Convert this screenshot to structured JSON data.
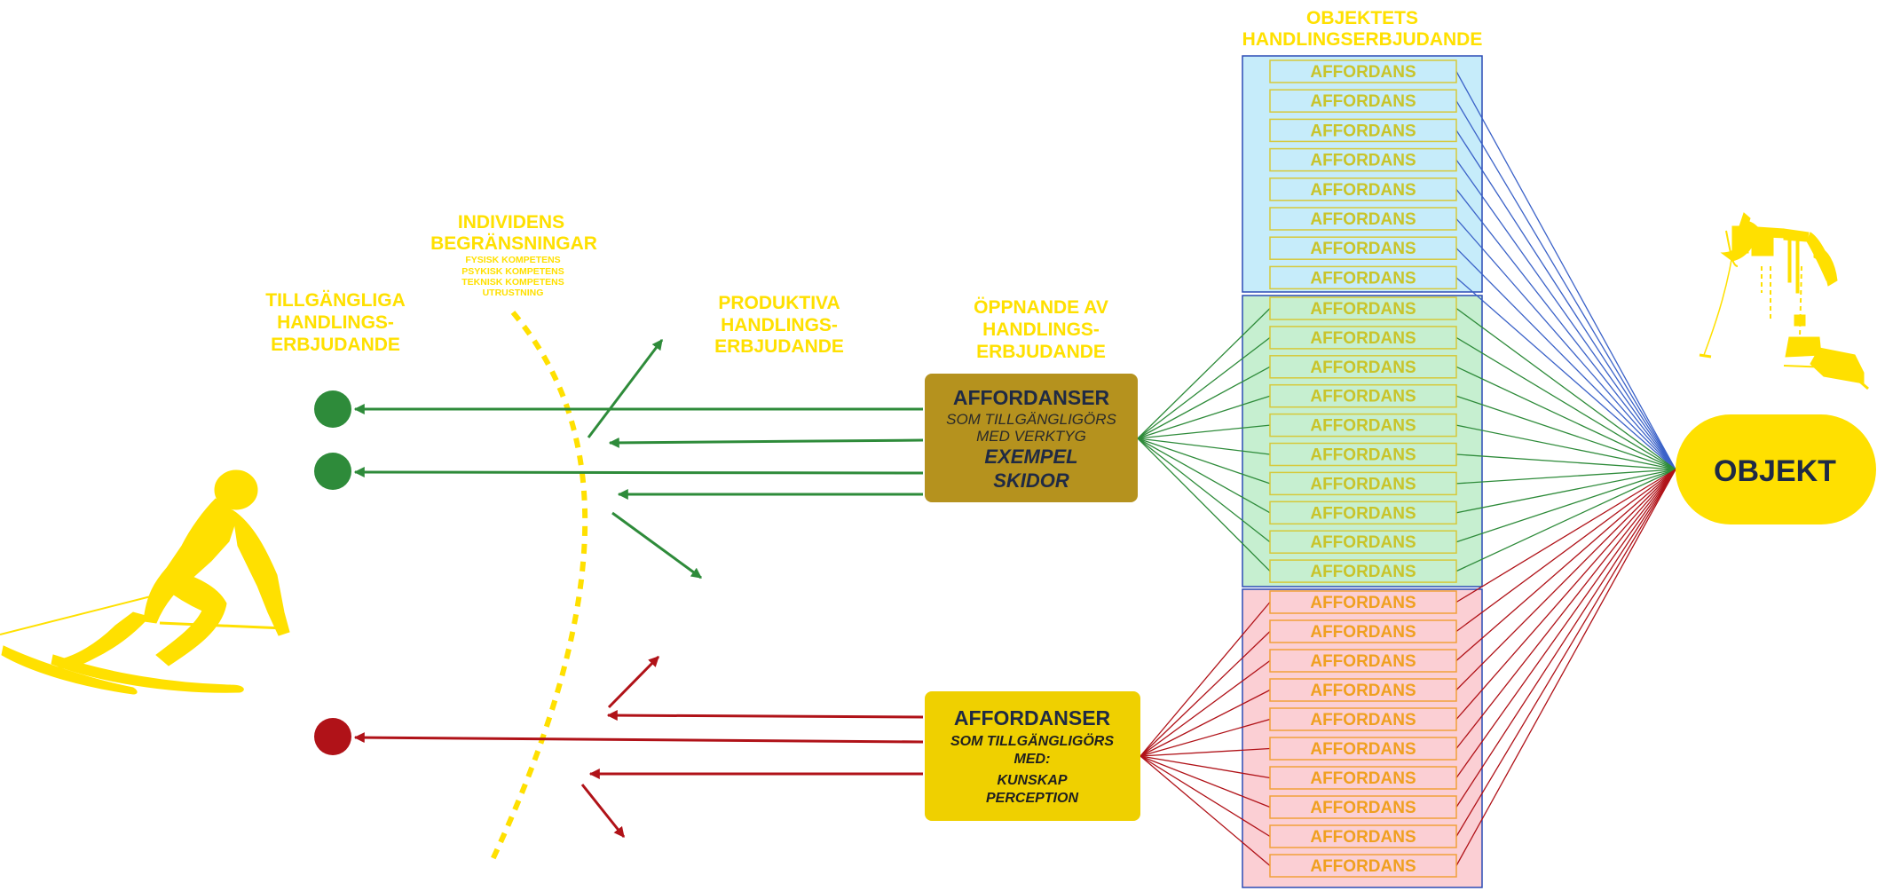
{
  "labels": {
    "objektets_1": "OBJEKTETS",
    "objektets_2": "HANDLINGSERBJUDANDE",
    "individens_1": "INDIVIDENS",
    "individens_2": "BEGRÄNSNINGAR",
    "limit_1": "FYSISK KOMPETENS",
    "limit_2": "PSYKISK KOMPETENS",
    "limit_3": "TEKNISK KOMPETENS",
    "limit_4": "UTRUSTNING",
    "tillg_1": "TILLGÄNGLIGA",
    "tillg_2": "HANDLINGS-",
    "tillg_3": "ERBJUDANDE",
    "prod_1": "PRODUKTIVA",
    "prod_2": "HANDLINGS-",
    "prod_3": "ERBJUDANDE",
    "oppn_1": "ÖPPNANDE AV",
    "oppn_2": "HANDLINGS-",
    "oppn_3": "ERBJUDANDE"
  },
  "box_tools": {
    "title": "AFFORDANSER",
    "line1": "SOM TILLGÄNGLIGÖRS",
    "line2": "MED VERKTYG",
    "line3": "EXEMPEL",
    "line4": "SKIDOR"
  },
  "box_knowledge": {
    "title": "AFFORDANSER",
    "line1": "SOM TILLGÄNGLIGÖRS",
    "line2": "MED:",
    "line3": "KUNSKAP",
    "line4": "PERCEPTION"
  },
  "objekt": "OBJEKT",
  "affordance_label": "AFFORDANS",
  "groups": {
    "blue": 8,
    "green": 10,
    "red": 10
  },
  "colors": {
    "yellow": "#FFE000",
    "green": "#2E8B3A",
    "red": "#B01218",
    "blue_line": "#3B62C8",
    "box_tools": "#B5921E",
    "box_knowledge": "#EFD000",
    "blue_fill": "#C6ECFA",
    "green_fill": "#C6EFD0",
    "red_fill": "#FBCFD4"
  },
  "icons": [
    "skier-icon",
    "ski-lift-icon"
  ]
}
